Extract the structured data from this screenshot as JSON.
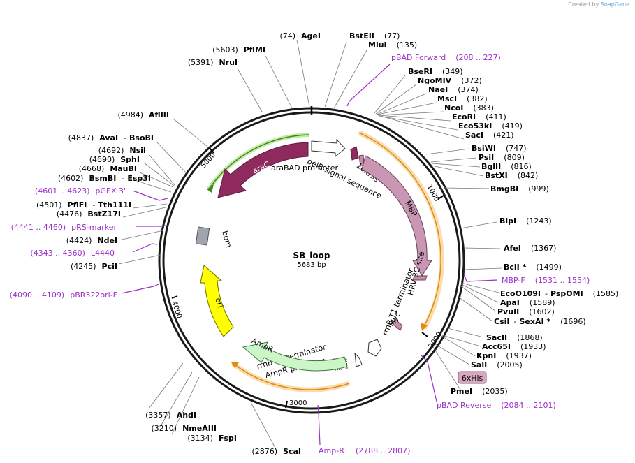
{
  "credit": {
    "prefix": "Created by",
    "brand": "SnapGene"
  },
  "plasmid": {
    "name": "SB_loop",
    "size_label": "5683 bp",
    "length": 5683
  },
  "ticks": [
    "1000",
    "2000",
    "3000",
    "4000",
    "5000"
  ],
  "features": [
    {
      "name": "araC",
      "label_color": "#ffffff",
      "color": "#8e2a5e",
      "ring": "in"
    },
    {
      "name": "araBAD promoter",
      "color": "#ffffff",
      "ring": "main"
    },
    {
      "name": "pelB signal sequence",
      "color": "#8e2a5e",
      "ring": "main"
    },
    {
      "name": "10xHis",
      "color": "#c78eaa",
      "ring": "main"
    },
    {
      "name": "MBP",
      "color": "#c996b4",
      "ring": "main"
    },
    {
      "name": "HRV 3C site",
      "color": "#c78eaa",
      "ring": "main"
    },
    {
      "name": "Myc",
      "color": "#c78eaa",
      "ring": "main"
    },
    {
      "name": "rrnB T1 terminator",
      "color": "#ffffff",
      "ring": "main"
    },
    {
      "name": "rrnB T2 terminator",
      "color": "#ffffff",
      "ring": "main"
    },
    {
      "name": "AmpR promoter",
      "color": "#ffffff",
      "ring": "main"
    },
    {
      "name": "AmpR",
      "color": "#ccf5c8",
      "ring": "main"
    },
    {
      "name": "ori",
      "color": "#ffff00",
      "ring": "in"
    },
    {
      "name": "bom",
      "color": "#a0a4ad",
      "ring": "in"
    }
  ],
  "orf_colors": {
    "green": "#3b8a13",
    "orange": "#d88f14"
  },
  "left_sites": [
    {
      "pos": "(74)",
      "name": "AgeI"
    },
    {
      "pos": "(5603)",
      "name": "PflMI"
    },
    {
      "pos": "(5391)",
      "name": "NruI"
    },
    {
      "pos": "(4984)",
      "name": "AflIII"
    },
    {
      "pos": "(4837)",
      "name": "AvaI",
      "extra": "BsoBI"
    },
    {
      "pos": "(4692)",
      "name": "NsiI"
    },
    {
      "pos": "(4690)",
      "name": "SphI"
    },
    {
      "pos": "(4668)",
      "name": "MauBI"
    },
    {
      "pos": "(4602)",
      "name": "BsmBI",
      "extra": "Esp3I"
    },
    {
      "pos": "(4501)",
      "name": "PflFI",
      "extra": "Tth111I"
    },
    {
      "pos": "(4476)",
      "name": "BstZ17I"
    },
    {
      "pos": "(4424)",
      "name": "NdeI"
    },
    {
      "pos": "(4245)",
      "name": "PciI"
    },
    {
      "pos": "(3357)",
      "name": "AhdI"
    },
    {
      "pos": "(3210)",
      "name": "NmeAIII"
    },
    {
      "pos": "(3134)",
      "name": "FspI"
    },
    {
      "pos": "(2876)",
      "name": "ScaI"
    }
  ],
  "right_sites": [
    {
      "name": "BstEII",
      "pos": "(77)"
    },
    {
      "name": "MluI",
      "pos": "(135)"
    },
    {
      "name": "BseRI",
      "pos": "(349)"
    },
    {
      "name": "NgoMIV",
      "pos": "(372)"
    },
    {
      "name": "NaeI",
      "pos": "(374)"
    },
    {
      "name": "MscI",
      "pos": "(382)"
    },
    {
      "name": "NcoI",
      "pos": "(383)"
    },
    {
      "name": "EcoRI",
      "pos": "(411)"
    },
    {
      "name": "Eco53kI",
      "pos": "(419)"
    },
    {
      "name": "SacI",
      "pos": "(421)"
    },
    {
      "name": "BsiWI",
      "pos": "(747)"
    },
    {
      "name": "PsiI",
      "pos": "(809)"
    },
    {
      "name": "BglII",
      "pos": "(816)"
    },
    {
      "name": "BstXI",
      "pos": "(842)"
    },
    {
      "name": "BmgBI",
      "pos": "(999)"
    },
    {
      "name": "BlpI",
      "pos": "(1243)"
    },
    {
      "name": "AfeI",
      "pos": "(1367)"
    },
    {
      "name": "BclI *",
      "pos": "(1499)"
    },
    {
      "name": "EcoO109I",
      "extra": "PspOMI",
      "pos": "(1585)"
    },
    {
      "name": "ApaI",
      "pos": "(1589)"
    },
    {
      "name": "PvuII",
      "pos": "(1602)"
    },
    {
      "name": "CsiI",
      "extra": "SexAI *",
      "pos": "(1696)"
    },
    {
      "name": "SacII",
      "pos": "(1868)"
    },
    {
      "name": "Acc65I",
      "pos": "(1933)"
    },
    {
      "name": "KpnI",
      "pos": "(1937)"
    },
    {
      "name": "SalI",
      "pos": "(2005)"
    },
    {
      "name": "PmeI",
      "pos": "(2035)"
    }
  ],
  "primers": [
    {
      "name": "pBAD Forward",
      "range": "(208 .. 227)"
    },
    {
      "name": "MBP-F",
      "range": "(1531 .. 1554)"
    },
    {
      "name": "pBAD Reverse",
      "range": "(2084 .. 2101)"
    },
    {
      "name": "Amp-R",
      "range": "(2788 .. 2807)"
    },
    {
      "name": "pGEX 3'",
      "range": "(4601 .. 4623)"
    },
    {
      "name": "pRS-marker",
      "range": "(4441 .. 4460)"
    },
    {
      "name": "L4440",
      "range": "(4343 .. 4360)"
    },
    {
      "name": "pBR322ori-F",
      "range": "(4090 .. 4109)"
    }
  ],
  "tag_box": {
    "label": "6xHis",
    "color": "#d6a8bf"
  }
}
